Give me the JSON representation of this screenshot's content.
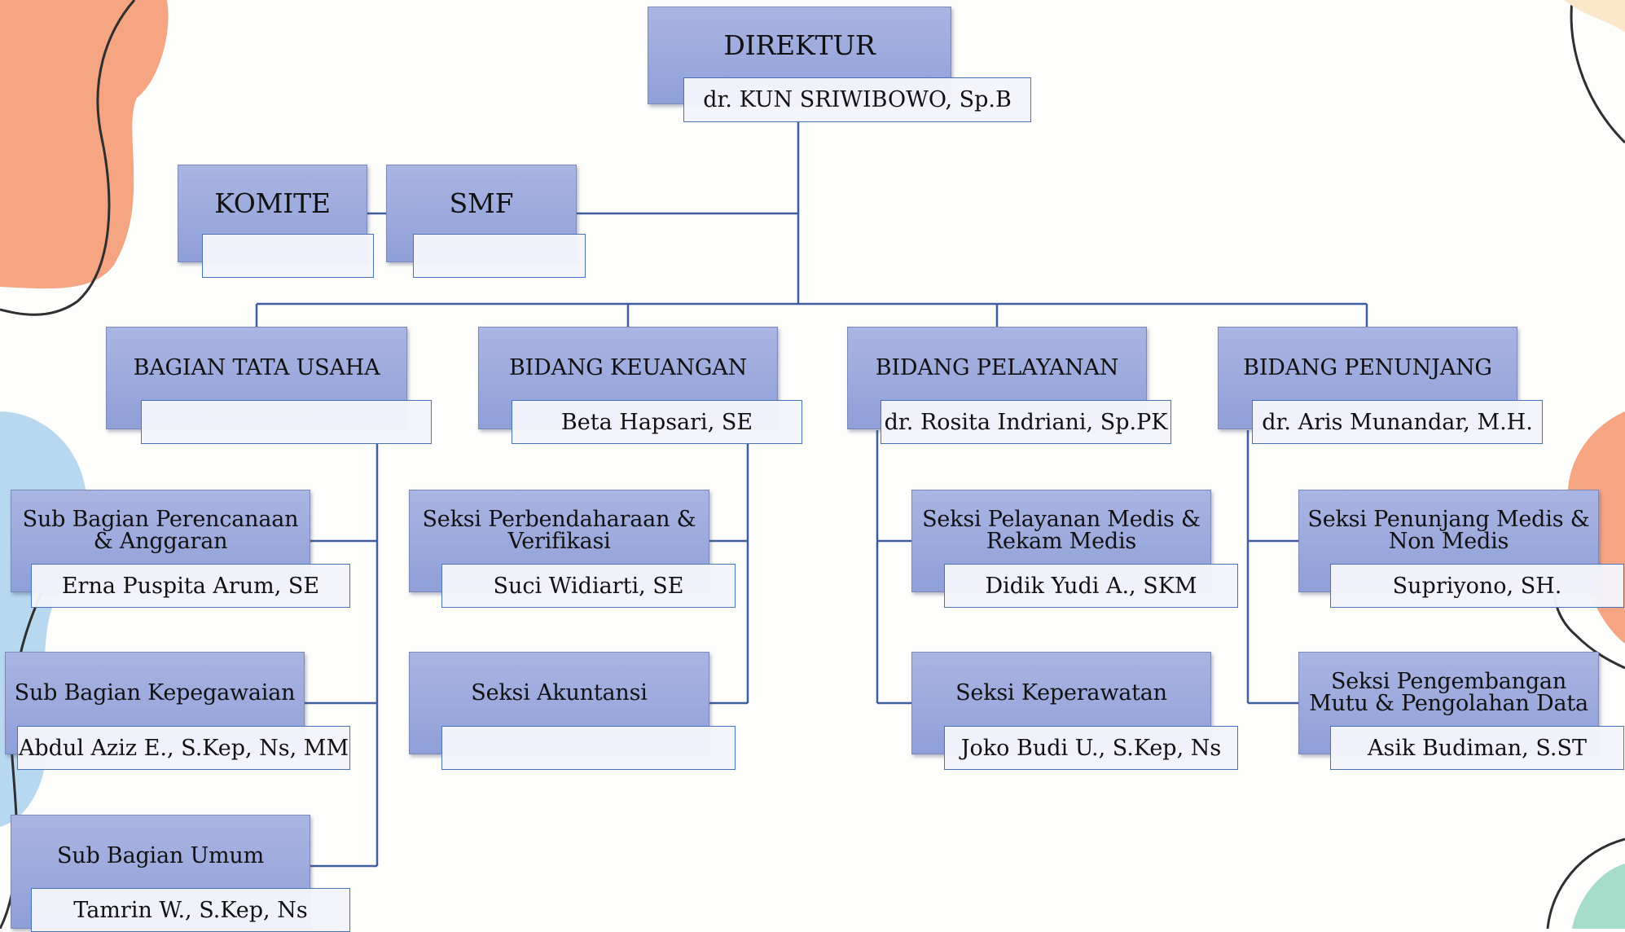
{
  "org_chart": {
    "direktur": {
      "title": "DIREKTUR",
      "name": "dr. KUN SRIWIBOWO, Sp.B"
    },
    "komite": {
      "title": "KOMITE",
      "name": ""
    },
    "smf": {
      "title": "SMF",
      "name": ""
    },
    "tata_usaha": {
      "title": "BAGIAN TATA USAHA",
      "name": "",
      "children": [
        {
          "title": "Sub Bagian Perencanaan & Anggaran",
          "name": "Erna Puspita Arum, SE"
        },
        {
          "title": "Sub Bagian Kepegawaian",
          "name": "Abdul Aziz E., S.Kep, Ns, MM"
        },
        {
          "title": "Sub Bagian Umum",
          "name": "Tamrin W., S.Kep, Ns"
        }
      ]
    },
    "keuangan": {
      "title": "BIDANG KEUANGAN",
      "name": "Beta Hapsari, SE",
      "children": [
        {
          "title": "Seksi Perbendaharaan & Verifikasi",
          "name": "Suci Widiarti, SE"
        },
        {
          "title": "Seksi Akuntansi",
          "name": ""
        }
      ]
    },
    "pelayanan": {
      "title": "BIDANG PELAYANAN",
      "name": "dr. Rosita Indriani, Sp.PK",
      "children": [
        {
          "title": "Seksi Pelayanan Medis & Rekam Medis",
          "name": "Didik Yudi A., SKM"
        },
        {
          "title": "Seksi Keperawatan",
          "name": "Joko Budi U., S.Kep, Ns"
        }
      ]
    },
    "penunjang": {
      "title": "BIDANG PENUNJANG",
      "name": "dr. Aris Munandar, M.H.",
      "children": [
        {
          "title": "Seksi Penunjang Medis & Non Medis",
          "name": "Supriyono, SH."
        },
        {
          "title": "Seksi Pengembangan Mutu & Pengolahan Data",
          "name": "Asik Budiman, S.ST"
        }
      ]
    }
  },
  "colors": {
    "box_fill": "#9eaadd",
    "name_box_fill": "#f4f5fb",
    "connector": "#3e5e9e",
    "accent_orange": "#f6a583",
    "accent_blue": "#b8d8ef",
    "accent_teal": "#a6ddca"
  }
}
